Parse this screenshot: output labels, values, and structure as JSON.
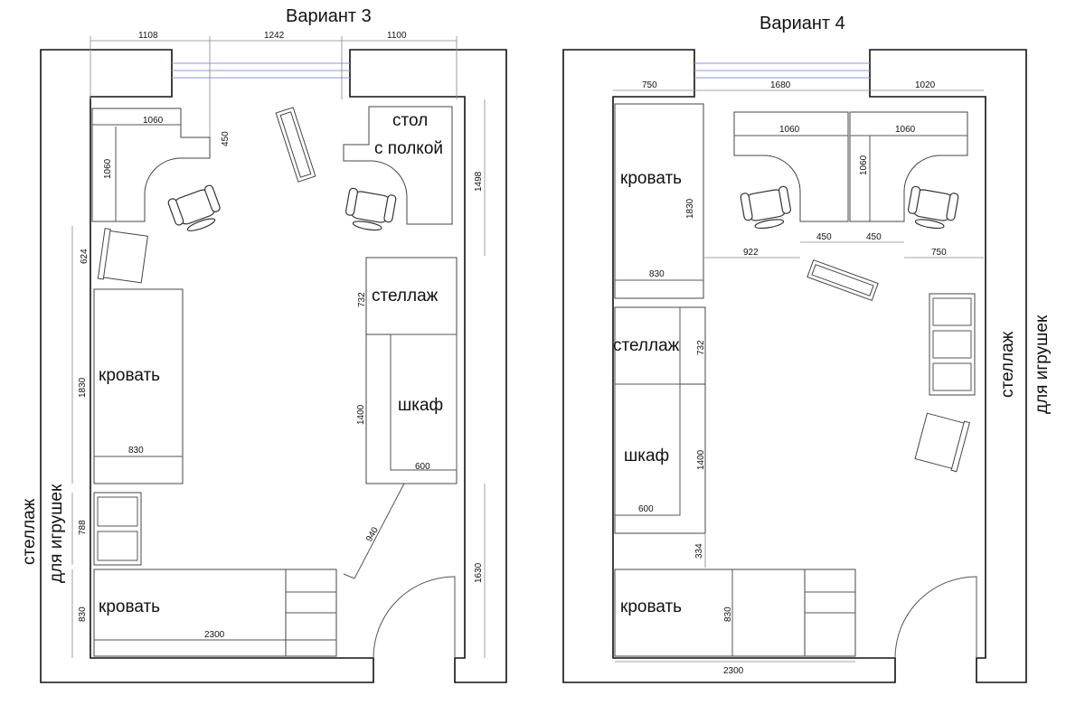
{
  "variant3": {
    "title": "Вариант 3",
    "labels": {
      "bed_top": "кровать",
      "bed_bottom": "кровать",
      "desk_line1": "стол",
      "desk_line2": "с полкой",
      "shelf": "стеллаж",
      "wardrobe": "шкаф",
      "toy_shelf_line1": "стеллаж",
      "toy_shelf_line2": "для игрушек"
    },
    "dims": {
      "top_left": "1108",
      "top_mid": "1242",
      "top_right": "1100",
      "desk_width": "1060",
      "desk_depth": "1060",
      "gap_450": "450",
      "right_1498": "1498",
      "left_624": "624",
      "shelf_732": "732",
      "bed_length": "1830",
      "bed_width": "830",
      "wardrobe_1400": "1400",
      "wardrobe_600": "600",
      "diag_940": "940",
      "toy_788": "788",
      "right_1630": "1630",
      "bed2_830": "830",
      "bed2_2300": "2300"
    }
  },
  "variant4": {
    "title": "Вариант 4",
    "labels": {
      "bed_top": "кровать",
      "bed_bottom": "кровать",
      "shelf": "стеллаж",
      "wardrobe": "шкаф",
      "toy_shelf_line1": "стеллаж",
      "toy_shelf_line2": "для игрушек"
    },
    "dims": {
      "top_left": "750",
      "top_mid": "1680",
      "top_right": "1020",
      "desk1_width": "1060",
      "desk2_width": "1060",
      "desk_depth": "1060",
      "bed_length": "1830",
      "bed_width": "830",
      "gap_922": "922",
      "gap_450a": "450",
      "gap_450b": "450",
      "right_750": "750",
      "shelf_732": "732",
      "wardrobe_1400": "1400",
      "wardrobe_600": "600",
      "gap_334": "334",
      "bed2_830": "830",
      "bed2_2300": "2300"
    }
  }
}
